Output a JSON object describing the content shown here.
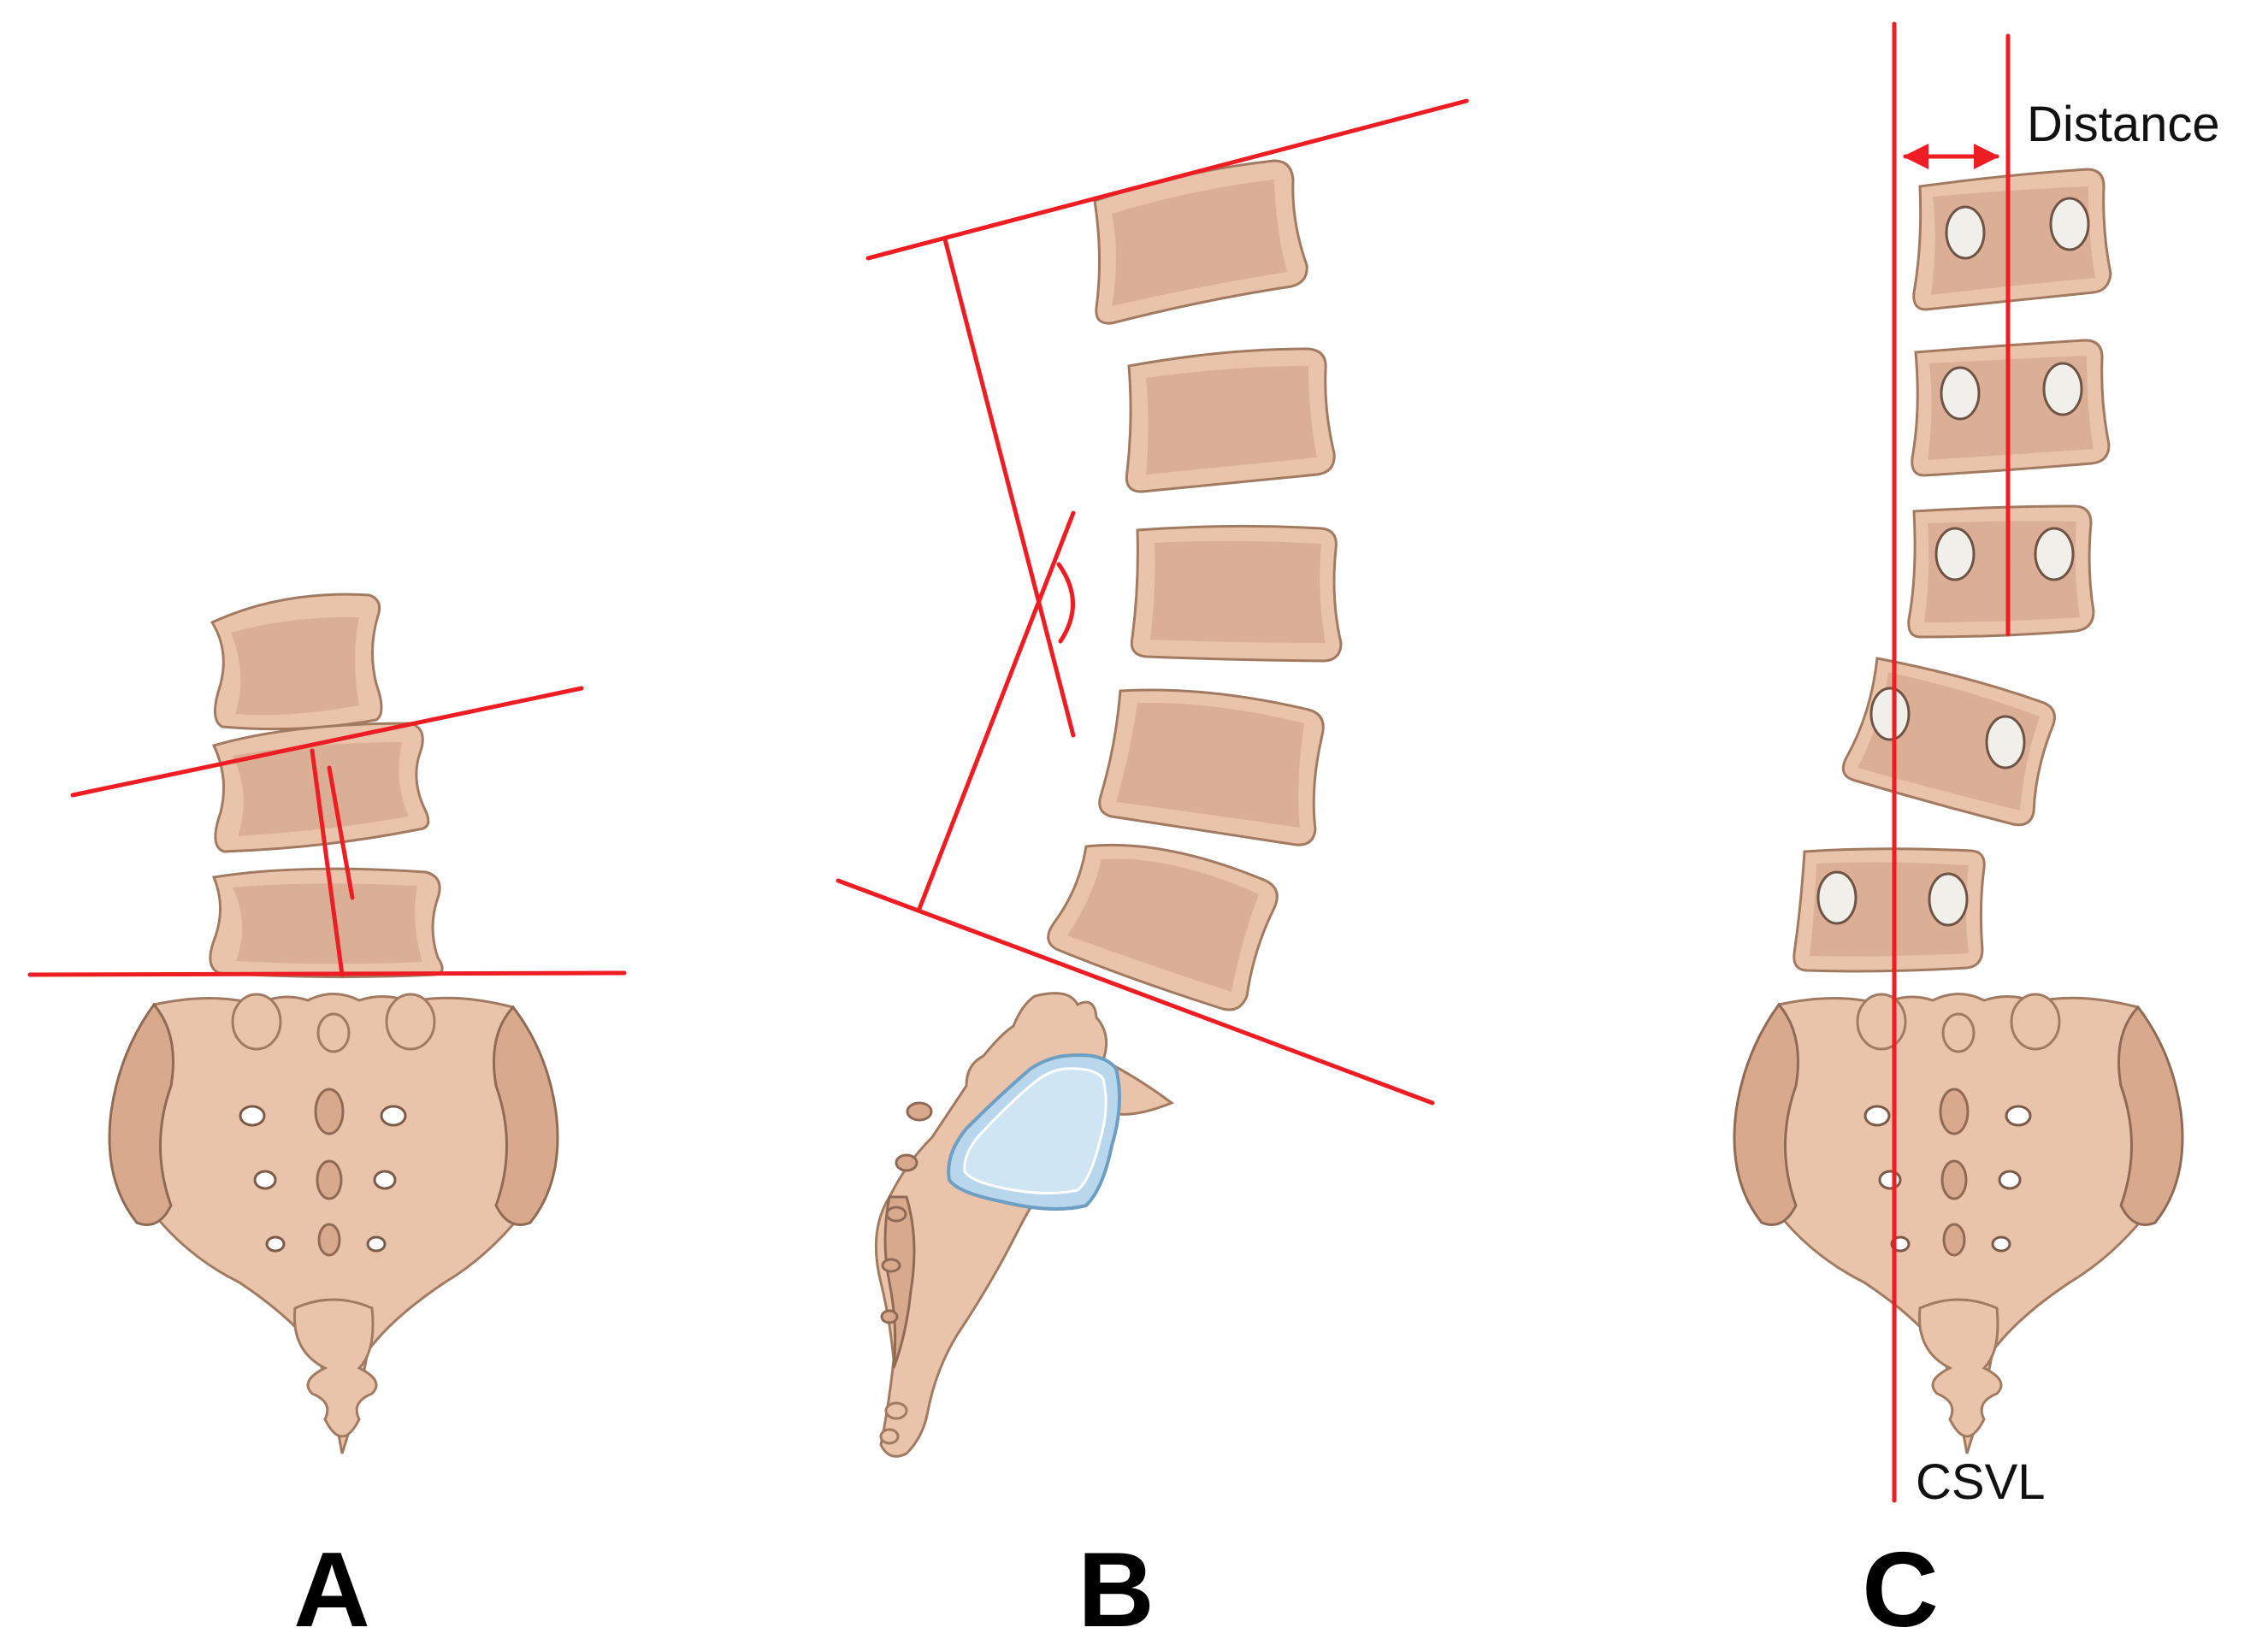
{
  "panels": [
    {
      "id": "A",
      "label": "A"
    },
    {
      "id": "B",
      "label": "B"
    },
    {
      "id": "C",
      "label": "C"
    }
  ],
  "annotations": {
    "distance_label": "Distance",
    "csvl_label": "CSVL"
  },
  "colors": {
    "measurement_line": "#ee1d24",
    "bone": "#e9c4ab",
    "cartilage": "#b9d7ec"
  }
}
